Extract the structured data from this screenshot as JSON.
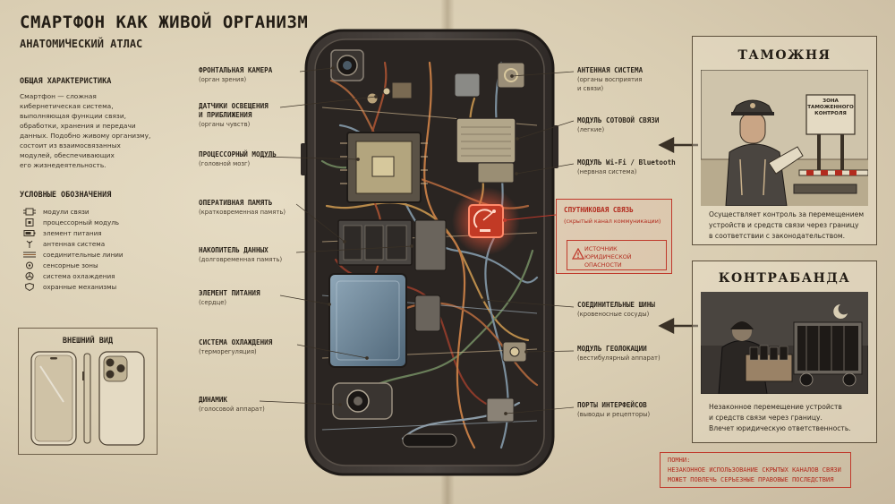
{
  "header": {
    "title": "СМАРТФОН КАК ЖИВОЙ ОРГАНИЗМ",
    "subtitle": "АНАТОМИЧЕСКИЙ АТЛАС"
  },
  "overview": {
    "heading": "ОБЩАЯ ХАРАКТЕРИСТИКА",
    "lines": [
      "Смартфон — сложная",
      "кибернетическая система,",
      "выполняющая функции связи,",
      "обработки, хранения и передачи",
      "данных. Подобно живому организму,",
      "состоит из взаимосвязанных",
      "модулей, обеспечивающих",
      "его жизнедеятельность."
    ]
  },
  "legend": {
    "heading": "УСЛОВНЫЕ ОБОЗНАЧЕНИЯ",
    "items": [
      {
        "label": "модули связи",
        "icon": "chip-icon"
      },
      {
        "label": "процессорный модуль",
        "icon": "processor-icon"
      },
      {
        "label": "элемент питания",
        "icon": "battery-icon"
      },
      {
        "label": "антенная система",
        "icon": "antenna-icon"
      },
      {
        "label": "соединительные линии",
        "icon": "lines-icon"
      },
      {
        "label": "сенсорные зоны",
        "icon": "sensor-icon"
      },
      {
        "label": "система охлаждения",
        "icon": "cooling-icon"
      },
      {
        "label": "охранные механизмы",
        "icon": "shield-icon"
      }
    ]
  },
  "exterior": {
    "heading": "ВНЕШНИЙ ВИД"
  },
  "left_labels": [
    {
      "title": "ФРОНТАЛЬНАЯ КАМЕРА",
      "sub": "(орган зрения)"
    },
    {
      "title": "ДАТЧИКИ ОСВЕЩЕНИЯ",
      "title2": "И ПРИБЛИЖЕНИЯ",
      "sub": "(органы чувств)"
    },
    {
      "title": "ПРОЦЕССОРНЫЙ МОДУЛЬ",
      "sub": "(головной мозг)"
    },
    {
      "title": "ОПЕРАТИВНАЯ ПАМЯТЬ",
      "sub": "(кратковременная память)"
    },
    {
      "title": "НАКОПИТЕЛЬ ДАННЫХ",
      "sub": "(долговременная память)"
    },
    {
      "title": "ЭЛЕМЕНТ ПИТАНИЯ",
      "sub": "(сердце)"
    },
    {
      "title": "СИСТЕМА ОХЛАЖДЕНИЯ",
      "sub": "(терморегуляция)"
    },
    {
      "title": "ДИНАМИК",
      "sub": "(голосовой аппарат)"
    }
  ],
  "right_labels": [
    {
      "title": "АНТЕННАЯ СИСТЕМА",
      "sub": "(органы восприятия",
      "sub2": "и связи)"
    },
    {
      "title": "МОДУЛЬ СОТОВОЙ СВЯЗИ",
      "sub": "(легкие)"
    },
    {
      "title": "МОДУЛЬ Wi-Fi / Bluetooth",
      "sub": "(нервная система)"
    },
    {
      "title": "СОЕДИНИТЕЛЬНЫЕ ШИНЫ",
      "sub": "(кровеносные сосуды)"
    },
    {
      "title": "МОДУЛЬ ГЕОЛОКАЦИИ",
      "sub": "(вестибулярный аппарат)"
    },
    {
      "title": "ПОРТЫ ИНТЕРФЕЙСОВ",
      "sub": "(выводы и рецепторы)"
    }
  ],
  "satellite": {
    "title": "СПУТНИКОВАЯ СВЯЗЬ",
    "sub": "(скрытый канал коммуникации)",
    "warning": "ИСТОЧНИК ЮРИДИЧЕСКОЙ ОПАСНОСТИ",
    "accent": "#c0392b"
  },
  "customs": {
    "heading": "ТАМОЖНЯ",
    "sign": [
      "ЗОНА",
      "ТАМОЖЕННОГО",
      "КОНТРОЛЯ"
    ],
    "lines": [
      "Осуществляет контроль за перемещением",
      "устройств и средств связи через границу",
      "в соответствии с законодательством."
    ]
  },
  "contraband": {
    "heading": "КОНТРАБАНДА",
    "lines": [
      "Незаконное перемещение устройств",
      "и средств связи через границу.",
      "Влечет юридическую ответственность."
    ]
  },
  "note": {
    "lines": [
      "ПОМНИ:",
      "НЕЗАКОННОЕ ИСПОЛЬЗОВАНИЕ СКРЫТЫХ КАНАЛОВ СВЯЗИ",
      "МОЖЕТ ПОВЛЕЧЬ СЕРЬЕЗНЫЕ ПРАВОВЫЕ ПОСЛЕДСТВИЯ"
    ]
  }
}
